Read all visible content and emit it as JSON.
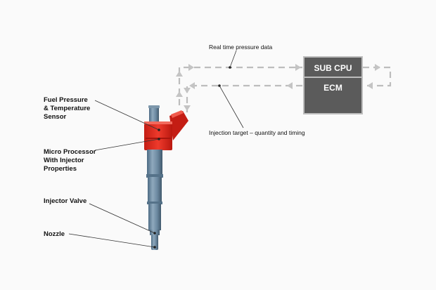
{
  "labels": {
    "fuel_sensor_line1": "Fuel Pressure",
    "fuel_sensor_line2": "& Temperature",
    "fuel_sensor_line3": "Sensor",
    "micro_line1": "Micro Processor",
    "micro_line2": "With Injector",
    "micro_line3": "Properties",
    "injector_valve": "Injector Valve",
    "nozzle": "Nozzle"
  },
  "signals": {
    "pressure_data": "Real time pressure data",
    "injection_target": "Injection target – quantity and timing"
  },
  "control_box": {
    "top": "SUB CPU",
    "bottom": "ECM"
  },
  "colors": {
    "box_fill": "#5b5b5b",
    "box_border": "#bdbdbd",
    "injector_body": "#6c8aa3",
    "injector_head": "#e0281e",
    "dashed_line": "#bdbdbd"
  }
}
